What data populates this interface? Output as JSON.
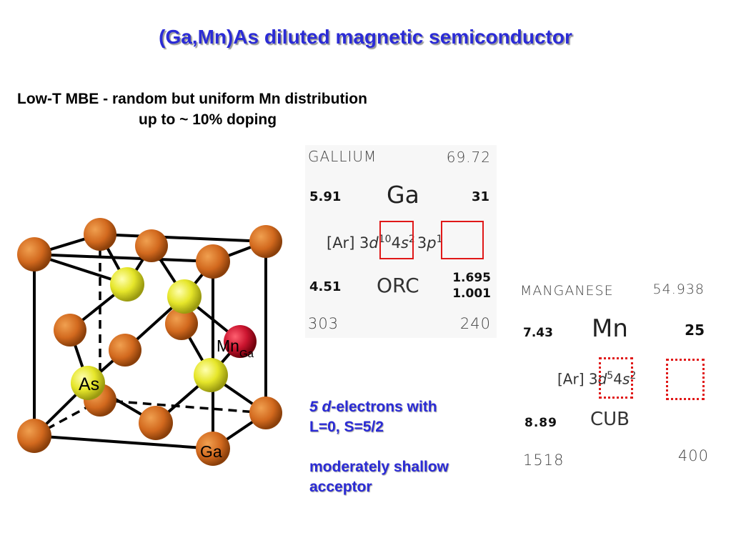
{
  "title": "(Ga,Mn)As diluted magnetic semiconductor",
  "subtitle": {
    "line1": "Low-T MBE - random but  uniform Mn distribution",
    "line2": "up to ~ 10% doping"
  },
  "crystal": {
    "label_mn": "Mn",
    "label_mn_sub": "Ga",
    "label_as": "As",
    "label_ga": "Ga",
    "colors": {
      "ga_atom": "#d2691e",
      "as_atom": "#e6e62a",
      "mn_atom": "#cc1530"
    }
  },
  "gallium": {
    "name": "GALLIUM",
    "mass": "69.72",
    "density": "5.91",
    "symbol": "Ga",
    "number": "31",
    "config_core": "[Ar] 3",
    "config_d": "d",
    "config_d_sup": "10",
    "config_4": "4",
    "config_s": "s",
    "config_s_sup": "2",
    "config_3": "3",
    "config_p": "p",
    "config_p_sup": "1",
    "electronegativity": "4.51",
    "structure": "ORC",
    "lattice_1": "1.695",
    "lattice_2": "1.001",
    "melting": "303",
    "debye": "240"
  },
  "manganese": {
    "name": "MANGANESE",
    "mass": "54.938",
    "density": "7.43",
    "symbol": "Mn",
    "number": "25",
    "config_core": "[Ar] 3",
    "config_d": "d",
    "config_d_sup": "5",
    "config_4": "4",
    "config_s": "s",
    "config_s_sup": "2",
    "electronegativity": "8.89",
    "structure": "CUB",
    "melting": "1518",
    "debye": "400"
  },
  "note": {
    "line1_italic": "5 d",
    "line1_rest": "-electrons with",
    "line2": "L=0, S=5/2",
    "line3": "moderately shallow",
    "line4": "acceptor"
  },
  "colors": {
    "title": "#2b2bd6",
    "highlight_box": "#e01818"
  }
}
